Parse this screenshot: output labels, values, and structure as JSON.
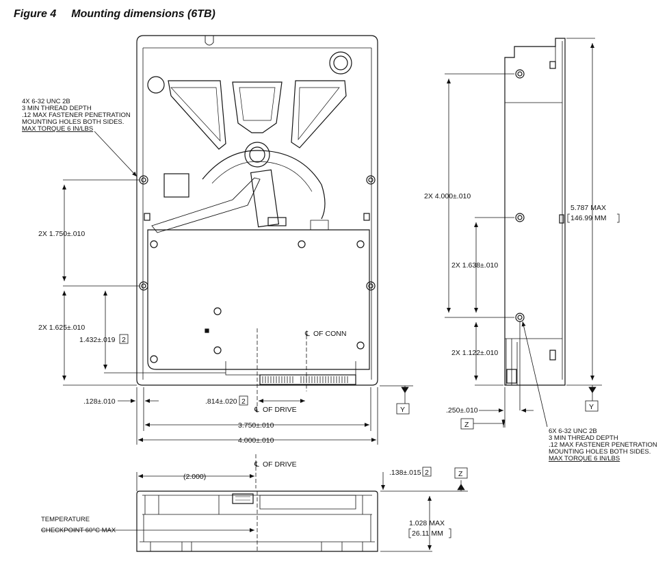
{
  "figure": {
    "number": "Figure 4",
    "title": "Mounting dimensions (6TB)"
  },
  "notes": {
    "bottom_holes": [
      "4X 6-32 UNC 2B",
      "3 MIN THREAD DEPTH",
      ".12 MAX FASTENER PENETRATION",
      "MOUNTING HOLES BOTH SIDES.",
      "MAX TORQUE 6 IN/LBS"
    ],
    "side_holes": [
      "6X 6-32 UNC 2B",
      "3 MIN THREAD DEPTH",
      ".12 MAX FASTENER PENETRATION",
      "MOUNTING HOLES BOTH SIDES.",
      "MAX TORQUE 6 IN/LBS"
    ],
    "temperature": [
      "TEMPERATURE",
      "CHECKPOINT 60°C MAX"
    ]
  },
  "dimensions": {
    "hole_spacing_upper": "2X 1.750±.010",
    "hole_spacing_lower": "2X 1.625±.010",
    "conn_offset": "1.432±.019",
    "conn_offset_ref": "2",
    "edge_offset": ".128±.010",
    "drive_cl_offset": ".814±.020",
    "drive_cl_ref": "2",
    "width_holes": "3.750±.010",
    "width_total": "4.000±.010",
    "side_spacing_total": "2X 4.000±.010",
    "side_spacing_mid": "2X 1.638±.010",
    "side_spacing_low": "2X 1.122±.010",
    "length_max": "5.787 MAX",
    "length_max_mm": "146.99 MM",
    "side_edge_offset": ".250±.010",
    "front_width": "(2.000)",
    "front_offset": ".138±.015",
    "front_offset_ref": "2",
    "height_max": "1.028 MAX",
    "height_max_mm": "26.11 MM"
  },
  "centerlines": {
    "conn": "OF CONN",
    "drive": "OF DRIVE",
    "drive_front": "OF DRIVE",
    "symbol": "℄"
  },
  "datums": {
    "y_bottom": "Y",
    "y_side": "Y",
    "z_side": "Z",
    "z_front": "Z"
  }
}
